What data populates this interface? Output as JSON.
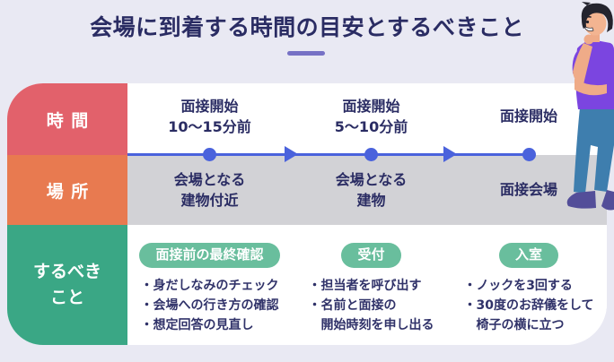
{
  "title": "会場に到着する時間の目安とするべきこと",
  "row_headers": {
    "time": "時間",
    "place": "場所",
    "todo": "するべき\nこと"
  },
  "stages": [
    {
      "time": "面接開始\n10〜15分前",
      "place": "会場となる\n建物付近",
      "badge": "面接前の最終確認",
      "todos": "・身だしなみのチェック\n・会場への行き方の確認\n・想定回答の見直し"
    },
    {
      "time": "面接開始\n5〜10分前",
      "place": "会場となる\n建物",
      "badge": "受付",
      "todos": "・担当者を呼び出す\n・名前と面接の\n　開始時刻を申し出る"
    },
    {
      "time": "面接開始",
      "place": "面接会場",
      "badge": "入室",
      "todos": "・ノックを3回する\n・30度のお辞儀をして\n　椅子の横に立つ"
    }
  ],
  "colors": {
    "background": "#E9E9F3",
    "title_text": "#2A2C63",
    "accent_dash": "#7671C5",
    "time_header_red": "#E2616B",
    "place_header_orange": "#E87A50",
    "todo_header_green": "#3AA785",
    "badge_green": "#69BE9D",
    "timeline_blue": "#4A62DC",
    "place_row_gray": "#D2D2D6",
    "body_text": "#303269"
  }
}
